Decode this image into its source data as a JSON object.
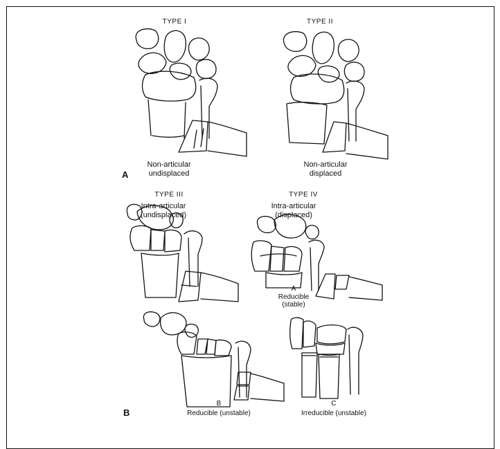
{
  "panel_a": {
    "letter": "A",
    "type1": {
      "title": "TYPE I",
      "caption_line1": "Non-articular",
      "caption_line2": "undisplaced"
    },
    "type2": {
      "title": "TYPE II",
      "caption_line1": "Non-articular",
      "caption_line2": "displaced"
    }
  },
  "panel_b": {
    "letter": "B",
    "type3": {
      "title": "TYPE III",
      "caption_line1": "Intra-articular",
      "caption_line2": "(undisplaced)"
    },
    "type4": {
      "title": "TYPE IV",
      "caption_line1": "Intra-articular",
      "caption_line2": "(displaced)",
      "sub_a": {
        "letter": "A",
        "line1": "Reducible",
        "line2": "(stable)"
      },
      "sub_b": {
        "letter": "B",
        "label": "Reducible (unstable)"
      },
      "sub_c": {
        "letter": "C",
        "label": "Irreducible (unstable)"
      }
    }
  }
}
